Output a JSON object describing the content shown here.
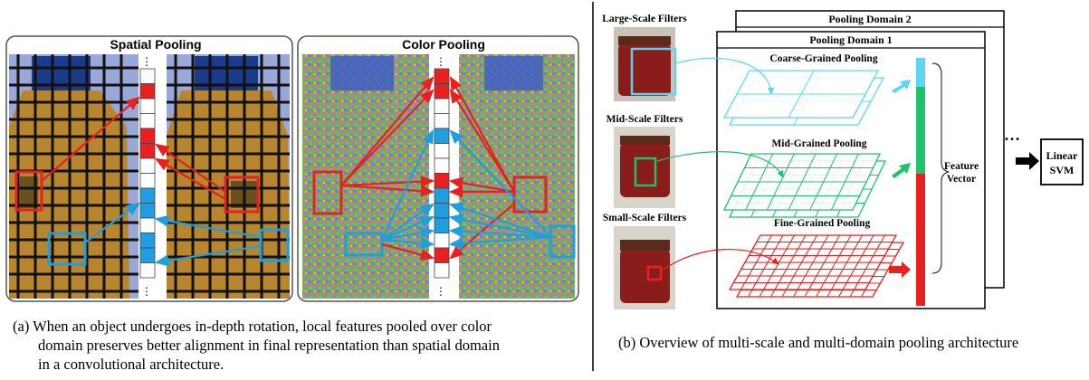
{
  "panel_a": {
    "spatial_title": "Spatial Pooling",
    "color_title": "Color Pooling",
    "caption": "(a)  When an object undergoes in-depth rotation, local features pooled over color domain preserves better alignment in final representation than spatial domain in a convolutional architecture.",
    "caption_lines": [
      "(a)  When an object undergoes in-depth rotation, local features pooled over color",
      "domain preserves better alignment in final representation than spatial domain",
      "in a convolutional architecture."
    ],
    "ellipsis": "⋮",
    "spatial_vector": [
      "white",
      "red",
      "white",
      "white",
      "red",
      "red",
      "white",
      "white",
      "blue",
      "blue",
      "white",
      "blue",
      "blue",
      "white"
    ],
    "color_vector": [
      "red",
      "red",
      "white",
      "white",
      "blue",
      "white",
      "white",
      "red",
      "blue",
      "blue",
      "blue",
      "white",
      "red",
      "white"
    ]
  },
  "panel_b": {
    "filter_labels": [
      "Large-Scale Filters",
      "Mid-Scale Filters",
      "Small-Scale Filters"
    ],
    "domain2_label": "Pooling Domain 2",
    "domain1_label": "Pooling Domain 1",
    "pooling_labels": [
      "Coarse-Grained Pooling",
      "Mid-Grained Pooling",
      "Fine-Grained Pooling"
    ],
    "feature_vector_label": [
      "Feature",
      "Vector"
    ],
    "dots": "…",
    "svm_label": [
      "Linear",
      "SVM"
    ],
    "caption": "(b) Overview of multi-scale and multi-domain pooling architecture"
  },
  "colors": {
    "red": "#e8201f",
    "blue": "#1f9ee0",
    "cyan": "#5ad6f0",
    "green": "#1fc26a",
    "bottle": "#b8862e",
    "mug": "#8a1c1c"
  }
}
